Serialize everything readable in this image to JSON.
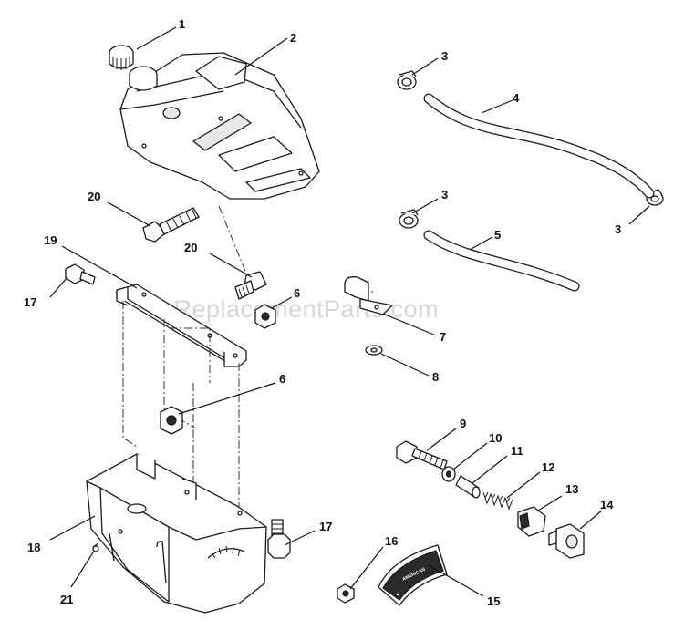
{
  "watermark": "eReplacementParts.com",
  "bracket_label": "AMERICAN",
  "parts": [
    {
      "id": "fuel-cap",
      "number": "1"
    },
    {
      "id": "fuel-tank",
      "number": "2"
    },
    {
      "id": "hose-clamp-top-left",
      "number": "3"
    },
    {
      "id": "hose-clamp-top-right",
      "number": "3"
    },
    {
      "id": "hose-clamp-lower",
      "number": "3"
    },
    {
      "id": "fuel-line-upper",
      "number": "4"
    },
    {
      "id": "fuel-line-lower",
      "number": "5"
    },
    {
      "id": "nut-upper",
      "number": "6"
    },
    {
      "id": "nut-lower",
      "number": "6"
    },
    {
      "id": "line-clip",
      "number": "7"
    },
    {
      "id": "washer",
      "number": "8"
    },
    {
      "id": "bolt",
      "number": "9"
    },
    {
      "id": "flat-washer",
      "number": "10"
    },
    {
      "id": "spacer-tube",
      "number": "11"
    },
    {
      "id": "spring",
      "number": "12"
    },
    {
      "id": "slider",
      "number": "13"
    },
    {
      "id": "knob",
      "number": "14"
    },
    {
      "id": "throttle-plate",
      "number": "15"
    },
    {
      "id": "nut-small",
      "number": "16"
    },
    {
      "id": "screw-left",
      "number": "17"
    },
    {
      "id": "screw-right",
      "number": "17"
    },
    {
      "id": "dash-panel",
      "number": "18"
    },
    {
      "id": "tank-bracket",
      "number": "19"
    },
    {
      "id": "tank-bolt",
      "number": "20"
    },
    {
      "id": "bracket-bolt",
      "number": "20"
    },
    {
      "id": "push-pin",
      "number": "21"
    }
  ]
}
